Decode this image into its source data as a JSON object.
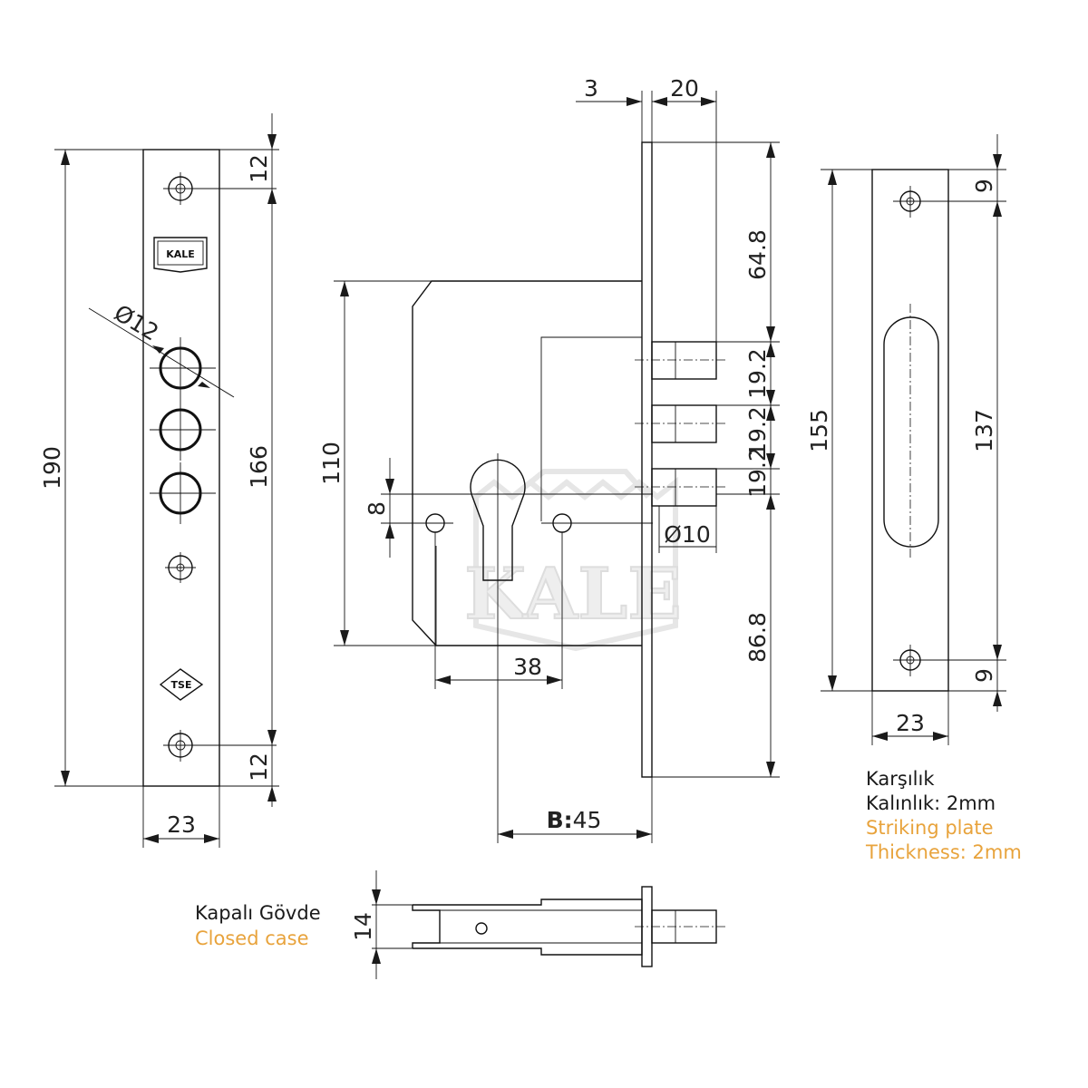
{
  "logos": {
    "brand": "KALE",
    "certification": "TSE",
    "watermark": "KALE"
  },
  "faceplate": {
    "dim_height": "190",
    "dim_inner": "166",
    "dim_top": "12",
    "dim_bottom": "12",
    "dim_width": "23",
    "dim_hole": "Ø12"
  },
  "lock_body": {
    "dim_plate_thickness": "3",
    "dim_bolt_throw": "20",
    "dim_body_height": "110",
    "dim_cyl": "8",
    "dim_top_offset": "64.8",
    "dim_bolt_pitch_1": "19.2",
    "dim_bolt_pitch_2": "19.2",
    "dim_bolt_pitch_3": "19.2",
    "dim_bolt_dia": "Ø10",
    "dim_bottom_offset": "86.8",
    "dim_spindle": "38",
    "backset_prefix": "B:",
    "backset_value": "45"
  },
  "strike_plate": {
    "dim_height": "155",
    "dim_inner": "137",
    "dim_top": "9",
    "dim_bottom": "9",
    "dim_width": "23",
    "label_tr_1": "Karşılık",
    "label_tr_2": "Kalınlık: 2mm",
    "label_en_1": "Striking plate",
    "label_en_2": "Thickness: 2mm"
  },
  "closed_case": {
    "dim_thickness": "14",
    "label_tr": "Kapalı Gövde",
    "label_en": "Closed case"
  }
}
